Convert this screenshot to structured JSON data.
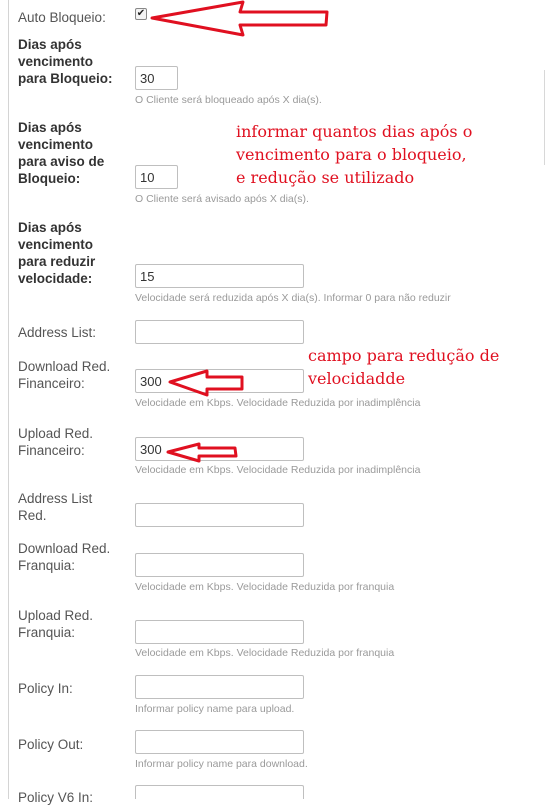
{
  "fields": {
    "auto_bloqueio": {
      "label": "Auto Bloqueio:",
      "checked": true,
      "check_glyph": "✔"
    },
    "dias_bloqueio": {
      "label_lines": [
        "Dias após",
        "vencimento",
        "para Bloqueio:"
      ],
      "value": "30",
      "help": "O Cliente será bloqueado após X dia(s)."
    },
    "dias_aviso": {
      "label_lines": [
        "Dias após",
        "vencimento",
        "para aviso de",
        "Bloqueio:"
      ],
      "value": "10",
      "help": "O Cliente será avisado após X dia(s)."
    },
    "dias_reduzir": {
      "label_lines": [
        "Dias após",
        "vencimento",
        "para reduzir",
        "velocidade:"
      ],
      "value": "15",
      "help": "Velocidade será reduzida após X dia(s). Informar 0 para não reduzir"
    },
    "address_list": {
      "label": "Address List:",
      "value": ""
    },
    "download_red_fin": {
      "label_lines": [
        "Download Red.",
        "Financeiro:"
      ],
      "value": "300",
      "help": "Velocidade em Kbps. Velocidade Reduzida por inadimplência"
    },
    "upload_red_fin": {
      "label_lines": [
        "Upload Red.",
        "Financeiro:"
      ],
      "value": "300",
      "help": "Velocidade em Kbps. Velocidade Reduzida por inadimplência"
    },
    "address_list_red": {
      "label_lines": [
        "Address List",
        "Red."
      ],
      "value": ""
    },
    "download_red_franq": {
      "label_lines": [
        "Download Red.",
        "Franquia:"
      ],
      "value": "",
      "help": "Velocidade em Kbps. Velocidade Reduzida por franquia"
    },
    "upload_red_franq": {
      "label_lines": [
        "Upload Red.",
        "Franquia:"
      ],
      "value": "",
      "help": "Velocidade em Kbps. Velocidade Reduzida por franquia"
    },
    "policy_in": {
      "label": "Policy In:",
      "value": "",
      "help": "Informar policy name para upload."
    },
    "policy_out": {
      "label": "Policy Out:",
      "value": "",
      "help": "Informar policy name para download."
    },
    "policy_v6_in": {
      "label": "Policy V6 In:",
      "value": ""
    }
  },
  "annotations": {
    "note_bloqueio": [
      "informar quantos dias após o",
      "vencimento para o bloqueio,",
      "e redução se utilizado"
    ],
    "note_velocidade": [
      "campo para redução de",
      "velocidadde"
    ],
    "arrow_color": "#e01020"
  }
}
